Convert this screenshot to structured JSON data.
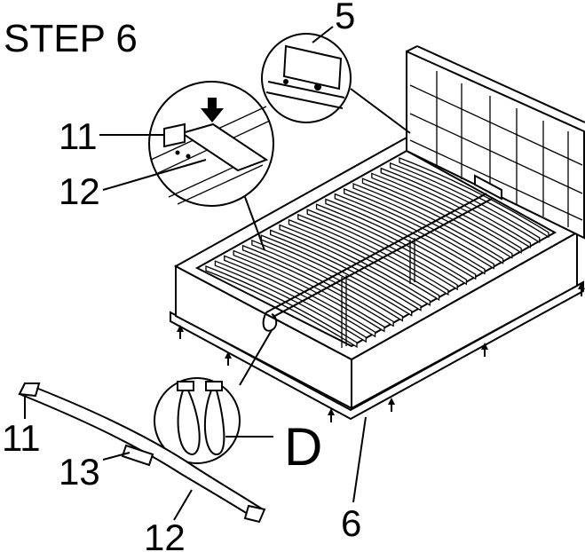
{
  "title": "STEP 6",
  "callouts": {
    "part_5": "5",
    "part_11_top": "11",
    "part_12_top": "12",
    "part_11_bottom": "11",
    "part_13": "13",
    "part_12_bottom": "12",
    "part_6": "6",
    "part_d": "D"
  },
  "icons": {
    "press_arrow": "down-arrow-icon",
    "lift_arrows": "up-arrow-icon"
  },
  "colors": {
    "ink": "#000000",
    "paper": "#ffffff"
  }
}
